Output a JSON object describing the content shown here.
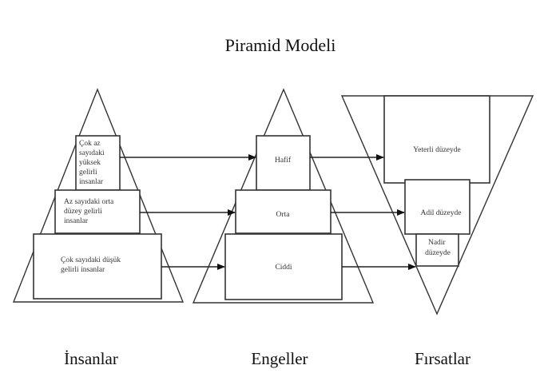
{
  "title": "Piramid Modeli",
  "columns": [
    {
      "name": "İnsanlar",
      "shape": "pyramid",
      "levels": [
        {
          "lines": [
            "Çok az",
            "sayıdaki",
            "yüksek",
            "gelirli",
            "insanlar"
          ]
        },
        {
          "lines": [
            "Az sayıdaki orta",
            "düzey gelirli",
            "insanlar"
          ]
        },
        {
          "lines": [
            "Çok sayıdaki düşük",
            "gelirli insanlar"
          ]
        }
      ]
    },
    {
      "name": "Engeller",
      "shape": "pyramid",
      "levels": [
        {
          "lines": [
            "Hafif"
          ]
        },
        {
          "lines": [
            "Orta"
          ]
        },
        {
          "lines": [
            "Ciddi"
          ]
        }
      ]
    },
    {
      "name": "Fırsatlar",
      "shape": "inverted-pyramid",
      "levels": [
        {
          "lines": [
            "Yeterli düzeyde"
          ]
        },
        {
          "lines": [
            "Adil düzeyde"
          ]
        },
        {
          "lines": [
            "Nadir",
            "düzeyde"
          ]
        }
      ]
    }
  ],
  "connections": [
    {
      "from": "Çok az sayıdaki yüksek gelirli insanlar",
      "to": "Hafif",
      "then": "Yeterli düzeyde"
    },
    {
      "from": "Az sayıdaki orta düzey gelirli insanlar",
      "to": "Orta",
      "then": "Adil düzeyde"
    },
    {
      "from": "Çok sayıdaki düşük gelirli insanlar",
      "to": "Ciddi",
      "then": "Nadir düzeyde"
    }
  ]
}
